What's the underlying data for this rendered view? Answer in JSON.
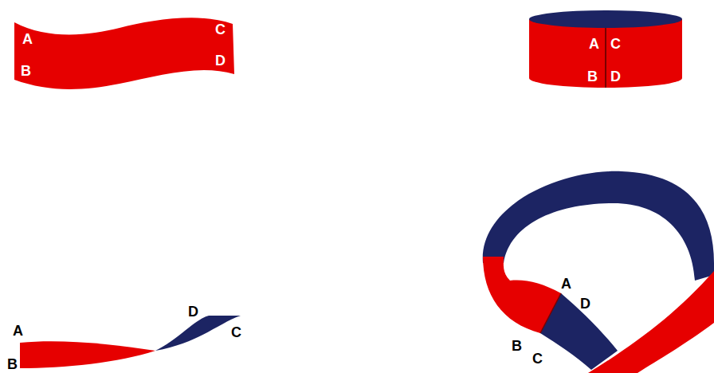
{
  "diagram": {
    "labels": [
      "A",
      "B",
      "C",
      "D",
      "A",
      "C",
      "B",
      "D",
      "A",
      "B",
      "D",
      "C",
      "A",
      "D",
      "B",
      "C"
    ]
  }
}
